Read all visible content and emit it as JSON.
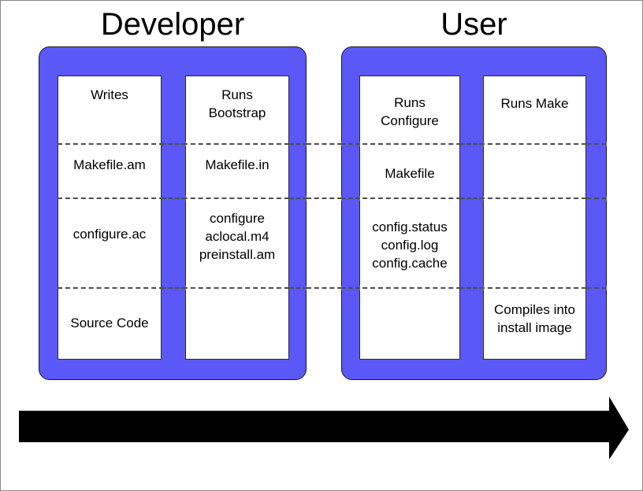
{
  "diagram": {
    "title_developer": "Developer",
    "title_user": "User",
    "colors": {
      "panel_blue": "#5a58f6",
      "box_white": "#ffffff",
      "dash_gray": "#4d4d4d",
      "arrow_black": "#000000",
      "text_black": "#000000"
    },
    "groups": [
      {
        "name": "Developer",
        "columns": [
          {
            "name": "writes",
            "cells": [
              {
                "row": "action",
                "text": "Writes"
              },
              {
                "row": "makefile-layer",
                "text": "Makefile.am"
              },
              {
                "row": "configure-layer",
                "text": "configure.ac"
              },
              {
                "row": "build-layer",
                "text": "Source Code"
              }
            ]
          },
          {
            "name": "bootstrap",
            "cells": [
              {
                "row": "action",
                "text": "Runs\nBootstrap"
              },
              {
                "row": "makefile-layer",
                "text": "Makefile.in"
              },
              {
                "row": "configure-layer",
                "text": "configure\naclocal.m4\npreinstall.am"
              },
              {
                "row": "build-layer",
                "text": ""
              }
            ]
          }
        ]
      },
      {
        "name": "User",
        "columns": [
          {
            "name": "configure",
            "cells": [
              {
                "row": "action",
                "text": "Runs\nConfigure"
              },
              {
                "row": "makefile-layer",
                "text": "Makefile"
              },
              {
                "row": "configure-layer",
                "text": "config.status\nconfig.log\nconfig.cache"
              },
              {
                "row": "build-layer",
                "text": ""
              }
            ]
          },
          {
            "name": "make",
            "cells": [
              {
                "row": "action",
                "text": "Runs Make"
              },
              {
                "row": "makefile-layer",
                "text": ""
              },
              {
                "row": "configure-layer",
                "text": ""
              },
              {
                "row": "build-layer",
                "text": "Compiles into\ninstall image"
              }
            ]
          }
        ]
      }
    ],
    "flow_arrow": {
      "name": "left-to-right-flow-arrow",
      "direction": "right"
    }
  }
}
